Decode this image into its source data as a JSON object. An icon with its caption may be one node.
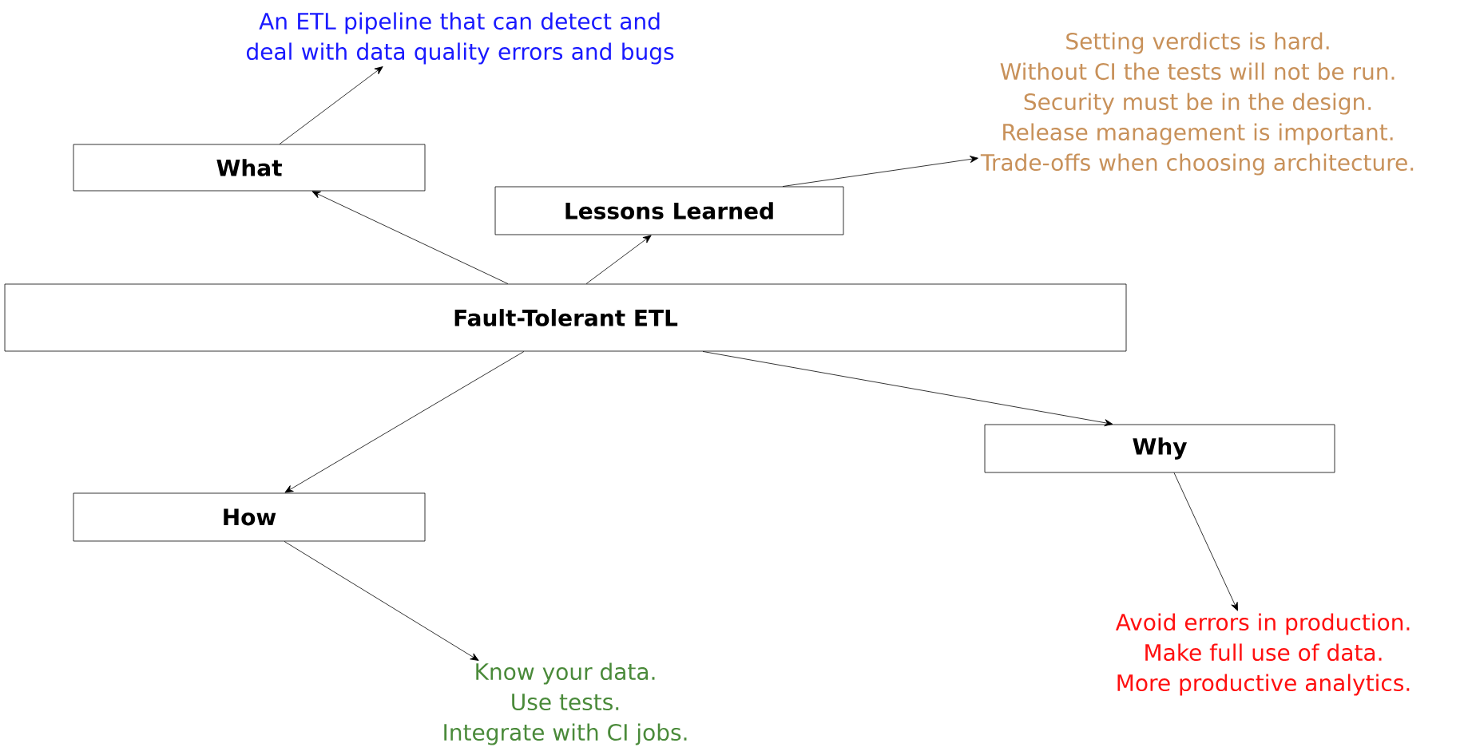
{
  "diagram": {
    "nodes": [
      {
        "text": [
          "Fault-Tolerant ETL"
        ]
      },
      {
        "text": [
          "What"
        ]
      },
      {
        "text": [
          "Lessons Learned"
        ]
      },
      {
        "text": [
          "Why"
        ]
      },
      {
        "text": [
          "How"
        ]
      },
      {
        "text": [
          "An ETL pipeline that can detect and deal with data quality errors and bugs"
        ]
      },
      {
        "text": [
          "Setting verdicts is hard.",
          "Without CI the tests will not be run.",
          "Security must be in the design.",
          "Release management is important.",
          "Trade-offs when choosing architecture."
        ]
      },
      {
        "text": [
          "Avoid errors in production.",
          "Make full use of data.",
          "More productive analytics."
        ]
      },
      {
        "text": [
          "Know your data.",
          "Use tests.",
          "Integrate with CI jobs."
        ]
      }
    ],
    "edges": [
      {
        "from": 0,
        "to": 1,
        "arrow": "to"
      },
      {
        "from": 0,
        "to": 2,
        "arrow": "to"
      },
      {
        "from": 0,
        "to": 3,
        "arrow": "to"
      },
      {
        "from": 0,
        "to": 4,
        "arrow": "to"
      },
      {
        "from": 1,
        "to": 5,
        "arrow": "to"
      },
      {
        "from": 2,
        "to": 6,
        "arrow": "to"
      },
      {
        "from": 3,
        "to": 7,
        "arrow": "to"
      },
      {
        "from": 4,
        "to": 8,
        "arrow": "to"
      }
    ]
  }
}
